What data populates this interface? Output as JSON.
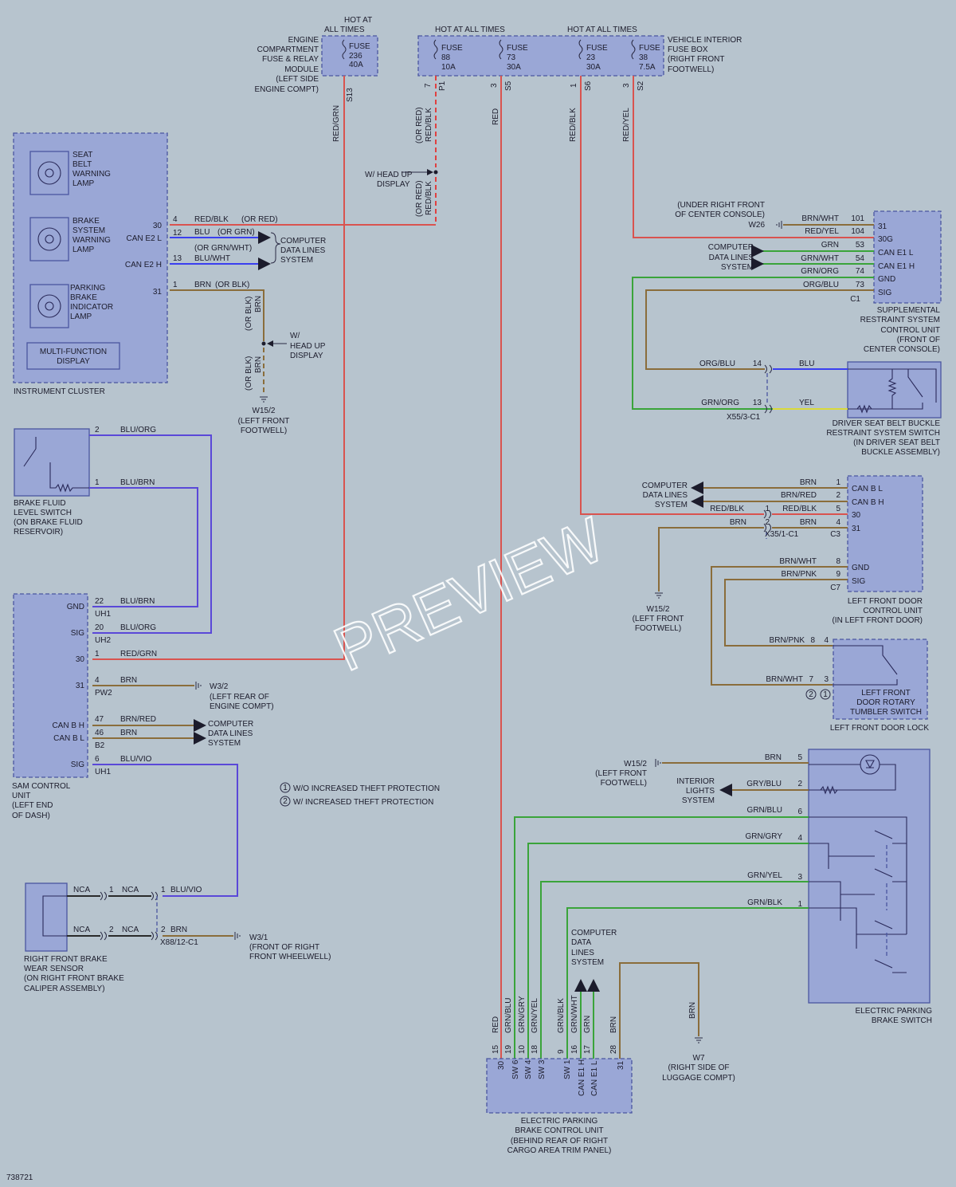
{
  "fuses": {
    "hot1": "HOT AT",
    "hot1b": "ALL TIMES",
    "hot2": "HOT AT ALL TIMES",
    "hot3": "HOT AT ALL TIMES",
    "engine_module": [
      "ENGINE",
      "COMPARTMENT",
      "FUSE & RELAY",
      "MODULE",
      "(LEFT SIDE",
      "ENGINE COMPT)"
    ],
    "vehicle_box": [
      "VEHICLE INTERIOR",
      "FUSE BOX",
      "(RIGHT FRONT",
      "FOOTWELL)"
    ],
    "items": [
      {
        "l1": "FUSE",
        "l2": "236",
        "l3": "40A",
        "pin": "S13"
      },
      {
        "l1": "FUSE",
        "l2": "88",
        "l3": "10A",
        "pin": "P1",
        "pinnum": "7"
      },
      {
        "l1": "FUSE",
        "l2": "73",
        "l3": "30A",
        "pin": "S5",
        "pinnum": "3"
      },
      {
        "l1": "FUSE",
        "l2": "23",
        "l3": "30A",
        "pin": "S6",
        "pinnum": "1"
      },
      {
        "l1": "FUSE",
        "l2": "38",
        "l3": "7.5A",
        "pin": "S2",
        "pinnum": "3"
      }
    ]
  },
  "instrument_cluster": {
    "name": "INSTRUMENT CLUSTER",
    "lamp1": [
      "SEAT",
      "BELT",
      "WARNING",
      "LAMP"
    ],
    "lamp2": [
      "BRAKE",
      "SYSTEM",
      "WARNING",
      "LAMP"
    ],
    "lamp3": [
      "PARKING",
      "BRAKE",
      "INDICATOR",
      "LAMP"
    ],
    "display": [
      "MULTI-FUNCTION",
      "DISPLAY"
    ],
    "pins": {
      "p30": "30",
      "canl": "CAN E2 L",
      "canh": "CAN E2 H",
      "p31": "31"
    }
  },
  "ic_wires": {
    "w4": "4",
    "c4": "RED/BLK",
    "c4b": "(OR RED)",
    "w12": "12",
    "c12": "BLU",
    "c12b": "(OR GRN)",
    "w13": "13",
    "c13": "BLU/WHT",
    "c13b": "(OR GRN/WHT)",
    "w1": "1",
    "c1": "BRN",
    "c1b": "(OR BLK)",
    "cdl": [
      "COMPUTER",
      "DATA LINES",
      "SYSTEM"
    ],
    "hud": [
      "W/",
      "HEAD UP",
      "DISPLAY"
    ],
    "vbrn1": "BRN",
    "vor1": "(OR BLK)",
    "vbrn2": "BRN",
    "vor2": "(OR BLK)",
    "ground": [
      "W15/2",
      "(LEFT FRONT",
      "FOOTWELL)"
    ]
  },
  "verticals": {
    "redgrn": "RED/GRN",
    "redblk1": "RED/BLK",
    "orred1": "(OR RED)",
    "redblk2": "RED/BLK",
    "orred2": "(OR RED)",
    "hud": [
      "W/ HEAD UP",
      "DISPLAY"
    ],
    "red": "RED",
    "redblk3": "RED/BLK",
    "redyel": "RED/YEL"
  },
  "srs": {
    "name": [
      "SUPPLEMENTAL",
      "RESTRAINT SYSTEM",
      "CONTROL UNIT",
      "(FRONT OF",
      "CENTER CONSOLE)"
    ],
    "loc": [
      "(UNDER RIGHT FRONT",
      "OF CENTER CONSOLE)"
    ],
    "ground": "W26",
    "cdl": [
      "COMPUTER",
      "DATA LINES",
      "SYSTEM"
    ],
    "conn": "C1",
    "rows": [
      {
        "color": "BRN/WHT",
        "num": "101",
        "pin": "31"
      },
      {
        "color": "RED/YEL",
        "num": "104",
        "pin": "30G"
      },
      {
        "color": "GRN",
        "num": "53",
        "pin": "CAN E1 L"
      },
      {
        "color": "GRN/WHT",
        "num": "54",
        "pin": "CAN E1 H"
      },
      {
        "color": "GRN/ORG",
        "num": "74",
        "pin": "GND"
      },
      {
        "color": "ORG/BLU",
        "num": "73",
        "pin": "SIG"
      }
    ]
  },
  "buckle": {
    "name": [
      "DRIVER SEAT BELT BUCKLE",
      "RESTRAINT SYSTEM SWITCH",
      "(IN DRIVER SEAT BELT",
      "BUCKLE ASSEMBLY)"
    ],
    "c14": "ORG/BLU",
    "n14": "14",
    "b14": "BLU",
    "c13": "GRN/ORG",
    "n13": "13",
    "b13": "YEL",
    "conn": "X55/3-C1"
  },
  "door_unit": {
    "name": [
      "LEFT FRONT DOOR",
      "CONTROL UNIT",
      "(IN LEFT FRONT DOOR)"
    ],
    "cdl": [
      "COMPUTER",
      "DATA LINES",
      "SYSTEM"
    ],
    "rows": [
      {
        "color": "BRN",
        "num": "1",
        "pin": "CAN B L"
      },
      {
        "color": "BRN/RED",
        "num": "2",
        "pin": "CAN B H"
      },
      {
        "color": "RED/BLK",
        "num": "5",
        "pin": "30"
      },
      {
        "color": "BRN",
        "num": "4",
        "pin": "31"
      }
    ],
    "in_redblk": "RED/BLK",
    "in_redblk_n": "1",
    "in_brn": "BRN",
    "in_brn_n": "2",
    "conn1": "X35/1-C1",
    "conn3": "C3",
    "r8": "BRN/WHT",
    "n8": "8",
    "p8": "GND",
    "r9": "BRN/PNK",
    "n9": "9",
    "p9": "SIG",
    "conn7": "C7",
    "ground": [
      "W15/2",
      "(LEFT FRONT",
      "FOOTWELL)"
    ]
  },
  "door_lock": {
    "name": "LEFT FRONT DOOR LOCK",
    "switch": [
      "LEFT FRONT",
      "DOOR ROTARY",
      "TUMBLER SWITCH"
    ],
    "r1": "BRN/PNK",
    "r1a": "8",
    "r1b": "4",
    "r2": "BRN/WHT",
    "r2a": "7",
    "r2b": "3",
    "c2": "2",
    "c1": "1"
  },
  "brake_fluid": {
    "name": [
      "BRAKE FLUID",
      "LEVEL SWITCH",
      "(ON BRAKE FLUID",
      "RESERVOIR)"
    ],
    "p2": "2",
    "c2": "BLU/ORG",
    "p1": "1",
    "c1": "BLU/BRN"
  },
  "sam": {
    "name": [
      "SAM CONTROL",
      "UNIT",
      "(LEFT END",
      "OF DASH)"
    ],
    "pins": [
      {
        "pin": "GND",
        "num": "22",
        "color": "BLU/BRN",
        "conn": "UH1"
      },
      {
        "pin": "SIG",
        "num": "20",
        "color": "BLU/ORG",
        "conn": "UH2"
      },
      {
        "pin": "30",
        "num": "1",
        "color": "RED/GRN",
        "conn": ""
      },
      {
        "pin": "31",
        "num": "4",
        "color": "BRN",
        "conn": "PW2"
      },
      {
        "pin": "CAN B H",
        "num": "47",
        "color": "BRN/RED",
        "conn": ""
      },
      {
        "pin": "CAN B L",
        "num": "46",
        "color": "BRN",
        "conn": "B2"
      },
      {
        "pin": "SIG",
        "num": "6",
        "color": "BLU/VIO",
        "conn": "UH1"
      }
    ],
    "ground": [
      "W3/2",
      "(LEFT REAR OF",
      "ENGINE COMPT)"
    ],
    "cdl": [
      "COMPUTER",
      "DATA LINES",
      "SYSTEM"
    ]
  },
  "notes": {
    "n1": "1",
    "t1": "W/O INCREASED THEFT PROTECTION",
    "n2": "2",
    "t2": "W/ INCREASED THEFT PROTECTION"
  },
  "wear_sensor": {
    "name": [
      "RIGHT FRONT BRAKE",
      "WEAR SENSOR",
      "(ON RIGHT FRONT BRAKE",
      "CALIPER ASSEMBLY)"
    ],
    "nca1": "NCA",
    "n1": "1",
    "nca1b": "NCA",
    "n1b": "1",
    "c1": "BLU/VIO",
    "nca2": "NCA",
    "n2": "2",
    "nca2b": "NCA",
    "n2b": "2",
    "c2": "BRN",
    "conn": "X88/12-C1",
    "ground": [
      "W3/1",
      "(FRONT OF RIGHT",
      "FRONT WHEELWELL)"
    ]
  },
  "epb_switch": {
    "name": [
      "ELECTRIC PARKING",
      "BRAKE SWITCH"
    ],
    "ground": [
      "W15/2",
      "(LEFT FRONT",
      "FOOTWELL)"
    ],
    "ilights": [
      "INTERIOR",
      "LIGHTS",
      "SYSTEM"
    ],
    "rows": [
      {
        "color": "BRN",
        "num": "5"
      },
      {
        "color": "GRY/BLU",
        "num": "2"
      },
      {
        "color": "GRN/BLU",
        "num": "6"
      },
      {
        "color": "GRN/GRY",
        "num": "4"
      },
      {
        "color": "GRN/YEL",
        "num": "3"
      },
      {
        "color": "GRN/BLK",
        "num": "1"
      }
    ]
  },
  "epb_unit": {
    "name": [
      "ELECTRIC PARKING",
      "BRAKE CONTROL UNIT",
      "(BEHIND REAR OF RIGHT",
      "CARGO AREA TRIM PANEL)"
    ],
    "cdl": [
      "COMPUTER",
      "DATA",
      "LINES",
      "SYSTEM"
    ],
    "ground": [
      "W7",
      "(RIGHT SIDE OF",
      "LUGGAGE COMPT)"
    ],
    "gbrn": "BRN",
    "cols": [
      {
        "color": "RED",
        "num": "15",
        "pin": "30"
      },
      {
        "color": "GRN/BLU",
        "num": "19",
        "pin": "SW 6"
      },
      {
        "color": "GRN/GRY",
        "num": "10",
        "pin": "SW 4"
      },
      {
        "color": "GRN/YEL",
        "num": "18",
        "pin": "SW 3"
      },
      {
        "color": "GRN/BLK",
        "num": "9",
        "pin": "SW 1"
      },
      {
        "color": "GRN/WHT",
        "num": "16",
        "pin": "CAN E1 H"
      },
      {
        "color": "GRN",
        "num": "17",
        "pin": "CAN E1 L"
      },
      {
        "color": "BRN",
        "num": "28",
        "pin": "31"
      }
    ]
  },
  "footer": {
    "id": "738721"
  },
  "watermark": "PREVIEW",
  "colors": {
    "background": "#b7c4ce",
    "component": "#9aa7d6",
    "red": "#d9534f",
    "blue": "#3a3ff0",
    "brown": "#8a6d3b",
    "green": "#3aa43a",
    "yellow": "#d9d93a"
  }
}
